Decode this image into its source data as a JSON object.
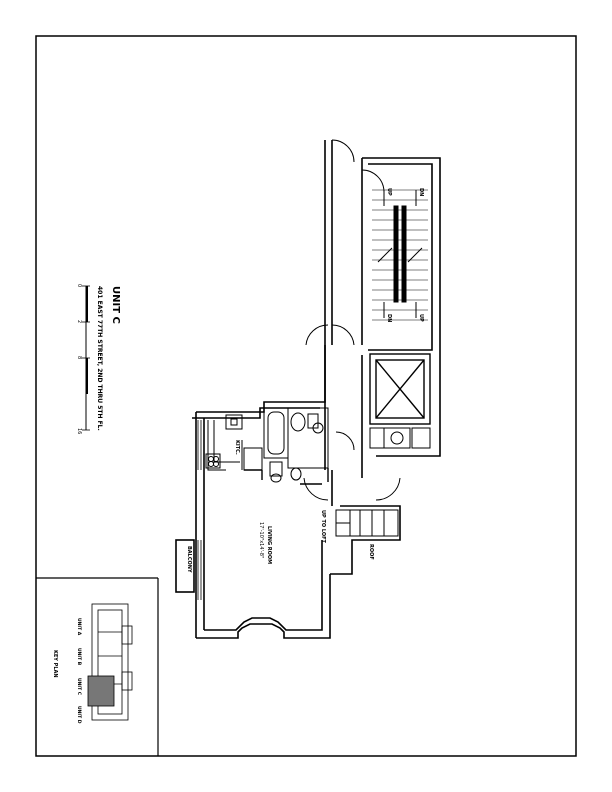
{
  "title": {
    "unit": "UNIT C",
    "address": "401 EAST 77TH STREET, 2ND THRU 5TH FL."
  },
  "scale": {
    "ticks": [
      "0",
      "2",
      "8",
      "16"
    ]
  },
  "rooms": {
    "living_room": "LIVING ROOM",
    "living_room_dims": "17'-10\"x14'-8\"",
    "kitchen": "KITC.",
    "balcony": "BALCONY",
    "roof": "ROOF",
    "up_to_loft": "UP TO LOFT"
  },
  "stairs": {
    "up_label": "UP",
    "down_label": "DN"
  },
  "key_plan": {
    "title": "KEY PLAN",
    "unit_labels": [
      "UNIT A",
      "UNIT B",
      "UNIT C",
      "UNIT D"
    ]
  }
}
